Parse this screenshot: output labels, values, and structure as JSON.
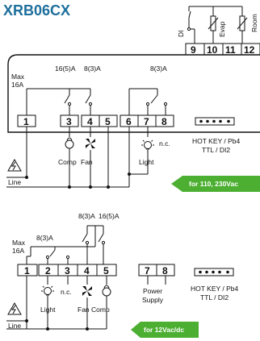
{
  "title": "XRB06CX",
  "top": {
    "inputs": {
      "di": "DI",
      "evap": "Evap",
      "room": "Room"
    },
    "input_terminals": [
      "9",
      "10",
      "11",
      "12"
    ],
    "max_rating": "Max",
    "max_current": "16A",
    "relay_labels": {
      "comp_fan_1": "16(5)A",
      "comp_fan_2": "8(3)A",
      "light": "8(3)A"
    },
    "terminals": [
      "1",
      "3",
      "4",
      "5",
      "6",
      "7",
      "8"
    ],
    "loads": {
      "comp": "Comp",
      "fan": "Fan",
      "light": "Light",
      "nc": "n.c."
    },
    "hotkey_line1": "HOT KEY / Pb4",
    "hotkey_line2": "TTL / DI2",
    "line_label": "Line",
    "badge": "for 110, 230Vac",
    "badge_color": "#4caf32"
  },
  "bottom": {
    "relay_labels": {
      "fan": "8(3)A",
      "comp": "16(5)A",
      "light": "8(3)A"
    },
    "max_rating": "Max",
    "max_current": "16A",
    "terminals": [
      "1",
      "2",
      "3",
      "4",
      "5"
    ],
    "power_terminals": [
      "7",
      "8"
    ],
    "loads": {
      "light": "Light",
      "nc": "n.c.",
      "fan_comp": "Fan Comp"
    },
    "power_line1": "Power",
    "power_line2": "Supply",
    "hotkey_line1": "HOT KEY / Pb4",
    "hotkey_line2": "TTL / DI2",
    "line_label": "Line",
    "badge": "for 12Vac/dc",
    "badge_color": "#4caf32"
  }
}
